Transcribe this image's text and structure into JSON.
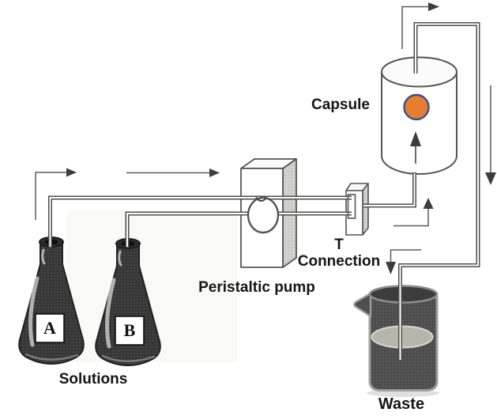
{
  "diagram": {
    "labels": {
      "capsule": "Capsule",
      "peristaltic_pump": "Peristaltic pump",
      "t_connection": {
        "line1": "T",
        "line2": "Connection"
      },
      "solutions": "Solutions",
      "waste": "Waste"
    },
    "flasks": [
      {
        "label": "A"
      },
      {
        "label": "B"
      }
    ],
    "colors": {
      "bead_fill": "#e67e2e",
      "bead_stroke": "#3b4d94",
      "outline": "#555555",
      "flask_body": "#383838",
      "beaker_body": "#4f4f4f",
      "liquid_fill": "#b6b6ad",
      "label_text": "#151515"
    },
    "flow_arrows": [
      "up-right-from-flask-a",
      "right-toward-pump",
      "up-inside-capsule",
      "up-into-capsule-inlet",
      "up-right-from-capsule-top",
      "down-right-return-line",
      "down-into-waste-beaker"
    ]
  }
}
